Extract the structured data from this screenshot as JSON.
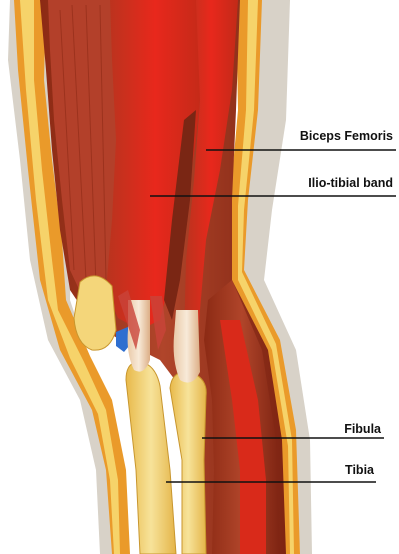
{
  "labels": {
    "biceps_femoris": "Biceps Femoris",
    "iliotibial_band": "Ilio-tibial band",
    "fibula": "Fibula",
    "tibia": "Tibia"
  },
  "colors": {
    "muscle_red": "#e8281c",
    "muscle_dark": "#a82a16",
    "tendon": "#f0dcc4",
    "bone": "#f4d67a",
    "fat_orange": "#e89a2c",
    "skin_outline": "#c9c0b4",
    "leader_line": "#111111",
    "meniscus_blue": "#2f6fd0"
  }
}
